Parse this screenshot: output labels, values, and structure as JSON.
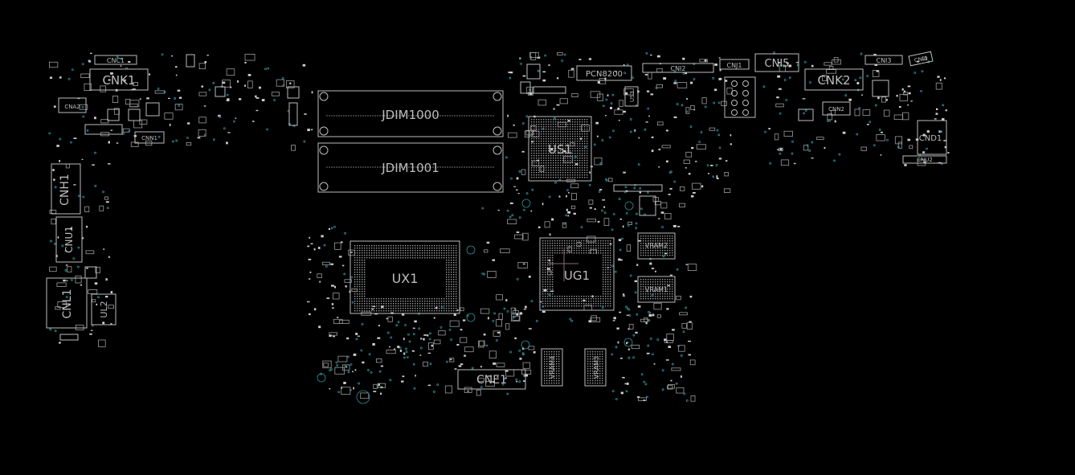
{
  "colors": {
    "background": "#000000",
    "silkscreen": "#bdbdbd",
    "via": "#2f8f9a",
    "pad": "#cfcfcf"
  },
  "components": {
    "cnc1": "CNC1",
    "cnk1": "CNK1",
    "cna2": "CNA2",
    "cnn1": "CNN1",
    "cnh1": "CNH1",
    "cnu1": "CNU1",
    "cnl1": "CNL1",
    "ul2": "UL2",
    "jdim1000": "JDIM1000",
    "jdim1001": "JDIM1001",
    "ux1": "UX1",
    "us1": "US1",
    "ug1": "UG1",
    "pcn8200": "PCN8200",
    "us3": "US3",
    "cni2": "CNI2",
    "cnj1": "CNJ1",
    "cni5": "CNI5",
    "cnk2": "CNK2",
    "cni3": "CNI3",
    "cni4": "CNI4",
    "cnn2": "CNN2",
    "cnd1": "CND1",
    "cnu2": "CNU2",
    "vram1": "VRAM1",
    "vram2": "VRAM2",
    "vram3": "VRAM3",
    "vram4": "VRAM4",
    "cne1": "CNE1"
  }
}
